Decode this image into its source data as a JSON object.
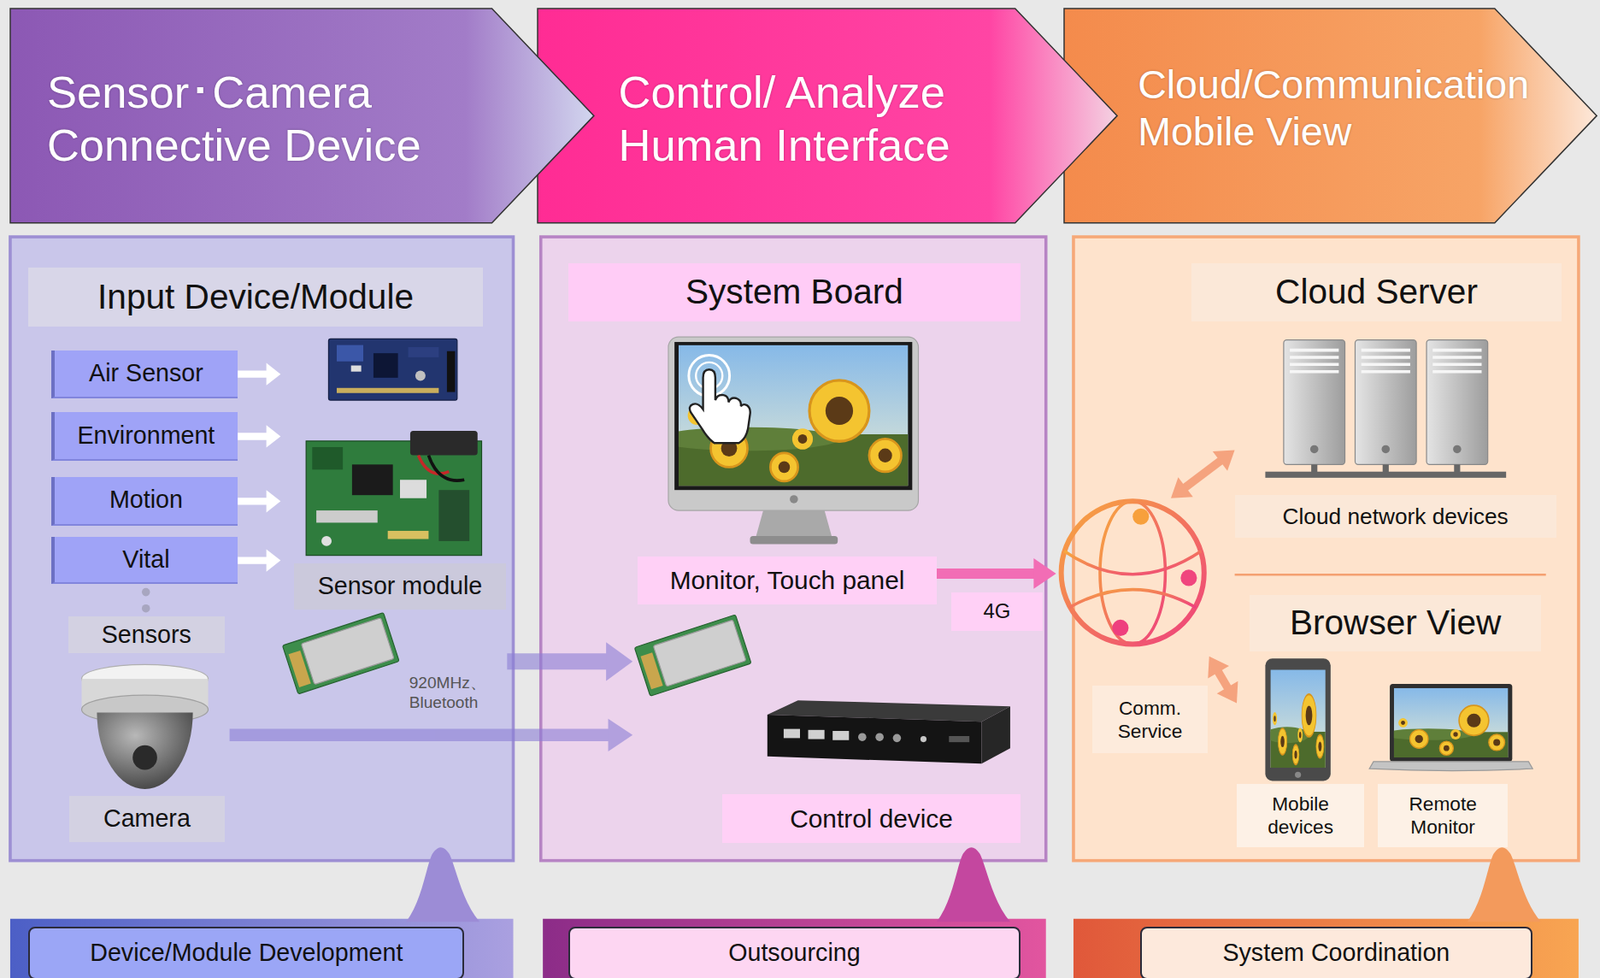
{
  "diagram": {
    "nodes": [
      {
        "text": [
          "Sensor･Camera Connective Device"
        ]
      },
      {
        "text": [
          "Control/ Analyze Human Interface"
        ]
      },
      {
        "text": [
          "Cloud/Communication Mobile View"
        ]
      },
      {
        "text": [
          "Input Device/Module"
        ]
      },
      {
        "text": [
          "Air Sensor"
        ],
        "in": 3
      },
      {
        "text": [
          "Environment"
        ],
        "in": 3
      },
      {
        "text": [
          "Motion"
        ],
        "in": 3
      },
      {
        "text": [
          "Vital"
        ],
        "in": 3
      },
      {
        "text": [
          "Sensors"
        ],
        "in": 3
      },
      {
        "text": [
          "Sensor module"
        ],
        "in": 3
      },
      {
        "text": [
          "Camera"
        ],
        "in": 3
      },
      {
        "text": [
          "System Board"
        ]
      },
      {
        "text": [
          "Monitor, Touch panel"
        ],
        "in": 11
      },
      {
        "text": [
          "Control device"
        ],
        "in": 11
      },
      {
        "text": [
          "Comm. Service"
        ]
      },
      {
        "text": [
          "Cloud Server"
        ]
      },
      {
        "text": [
          "Cloud network devices"
        ],
        "in": 15
      },
      {
        "text": [
          "Browser View"
        ],
        "in": 15
      },
      {
        "text": [
          "Mobile devices"
        ],
        "in": 17
      },
      {
        "text": [
          "Remote Monitor"
        ],
        "in": 17
      },
      {
        "text": [
          "Device/Module Development"
        ]
      },
      {
        "text": [
          "Outsourcing"
        ]
      },
      {
        "text": [
          "System Coordination"
        ]
      }
    ],
    "edges": [
      {
        "from": 4,
        "to": 9,
        "arrow": "to"
      },
      {
        "from": 5,
        "to": 9,
        "arrow": "to"
      },
      {
        "from": 6,
        "to": 9,
        "arrow": "to"
      },
      {
        "from": 7,
        "to": 9,
        "arrow": "to"
      },
      {
        "from": 9,
        "to": 13,
        "label": "920MHz、Bluetooth",
        "arrow": "to"
      },
      {
        "from": 10,
        "to": 13,
        "arrow": "to"
      },
      {
        "from": 12,
        "to": 14,
        "label": "4G",
        "arrow": "to"
      },
      {
        "from": 14,
        "to": 16,
        "arrow": "both"
      },
      {
        "from": 14,
        "to": 17,
        "arrow": "both"
      }
    ]
  }
}
